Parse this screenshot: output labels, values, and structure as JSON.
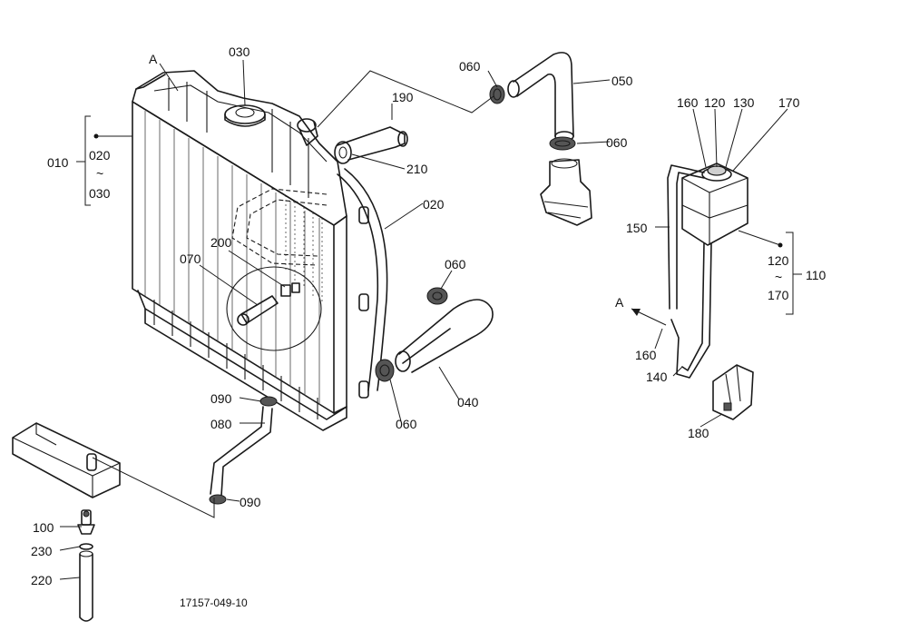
{
  "callouts": {
    "c_A1": "A",
    "c_030_top": "030",
    "c_010": "010",
    "c_020_group": "020",
    "c_tilde_left": "~",
    "c_030_group": "030",
    "c_060_a": "060",
    "c_050": "050",
    "c_190": "190",
    "c_060_b": "060",
    "c_210": "210",
    "c_020_hose": "020",
    "c_200": "200",
    "c_070": "070",
    "c_060_c": "060",
    "c_040": "040",
    "c_060_d": "060",
    "c_090_a": "090",
    "c_080": "080",
    "c_090_b": "090",
    "c_100": "100",
    "c_230": "230",
    "c_220": "220",
    "c_160_top": "160",
    "c_120_top": "120",
    "c_130": "130",
    "c_170_top": "170",
    "c_150": "150",
    "c_120_group": "120",
    "c_tilde_right": "~",
    "c_170_group": "170",
    "c_110": "110",
    "c_A2": "A",
    "c_160_low": "160",
    "c_140": "140",
    "c_180": "180"
  },
  "drawing_number": "17157-049-10"
}
